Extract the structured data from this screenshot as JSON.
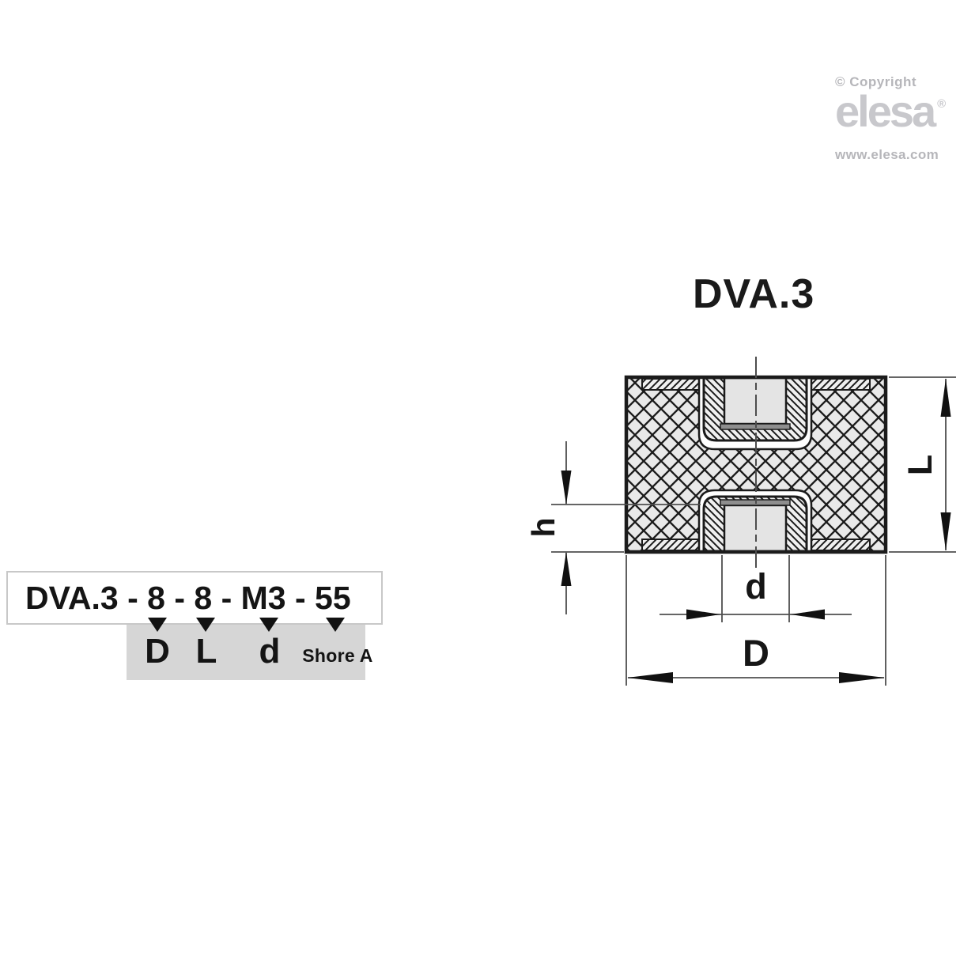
{
  "branding": {
    "copyright": "© Copyright",
    "logo_text": "elesa",
    "registered_mark": "®",
    "website": "www.elesa.com"
  },
  "product": {
    "series_title": "DVA.3"
  },
  "drawing": {
    "dim_labels": {
      "L": "L",
      "h": "h",
      "d": "d",
      "D": "D"
    }
  },
  "ordering_code": {
    "code": "DVA.3 - 8 - 8 - M3 - 55",
    "legend": [
      {
        "label": "D"
      },
      {
        "label": "L"
      },
      {
        "label": "d"
      },
      {
        "label": "Shore A"
      }
    ]
  },
  "colors": {
    "rubber_fill": "#e9e9e9",
    "hole_fill": "#e4e4e4",
    "thread_bar_fill": "#8e8e8e",
    "line": "#1b1b1b",
    "dimension_line": "#4f4f4f",
    "legend_box_fill": "#d6d6d6",
    "code_box_border": "#c8c8c8",
    "logo_gray": "#c8c8cc",
    "brand_text_gray": "#b6b6ba"
  }
}
